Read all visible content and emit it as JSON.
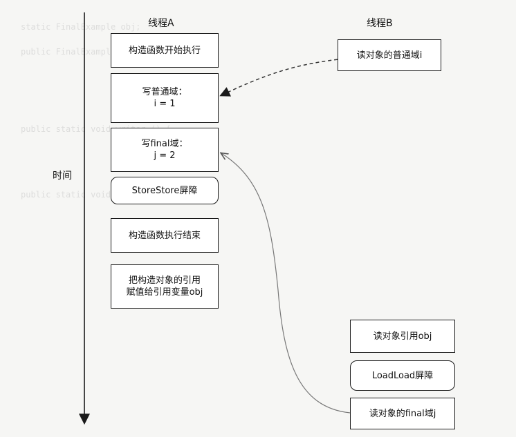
{
  "thread_a": {
    "title": "线程A",
    "boxes": [
      "构造函数开始执行",
      "写普通域：\ni = 1",
      "写final域：\nj = 2",
      "StoreStore屏障",
      "构造函数执行结束",
      "把构造对象的引用\n赋值给引用变量obj"
    ]
  },
  "thread_b": {
    "title": "线程B",
    "boxes": [
      "读对象的普通域i",
      "读对象引用obj",
      "LoadLoad屏障",
      "读对象的final域j"
    ]
  },
  "time_label": "时间"
}
